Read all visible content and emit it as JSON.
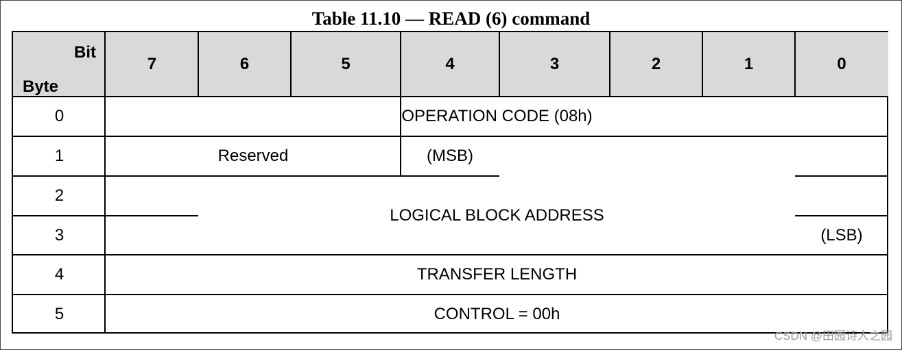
{
  "caption": "Table 11.10 — READ (6) command",
  "header": {
    "bit_label": "Bit",
    "byte_label": "Byte",
    "bits": [
      "7",
      "6",
      "5",
      "4",
      "3",
      "2",
      "1",
      "0"
    ]
  },
  "rows": {
    "byte_numbers": [
      "0",
      "1",
      "2",
      "3",
      "4",
      "5"
    ],
    "operation_code": "OPERATION CODE (08h)",
    "reserved": "Reserved",
    "msb": "(MSB)",
    "logical_block_address": "LOGICAL BLOCK ADDRESS",
    "lsb": "(LSB)",
    "transfer_length": "TRANSFER LENGTH",
    "control": "CONTROL = 00h"
  },
  "watermark": "CSDN @田园诗人之园"
}
